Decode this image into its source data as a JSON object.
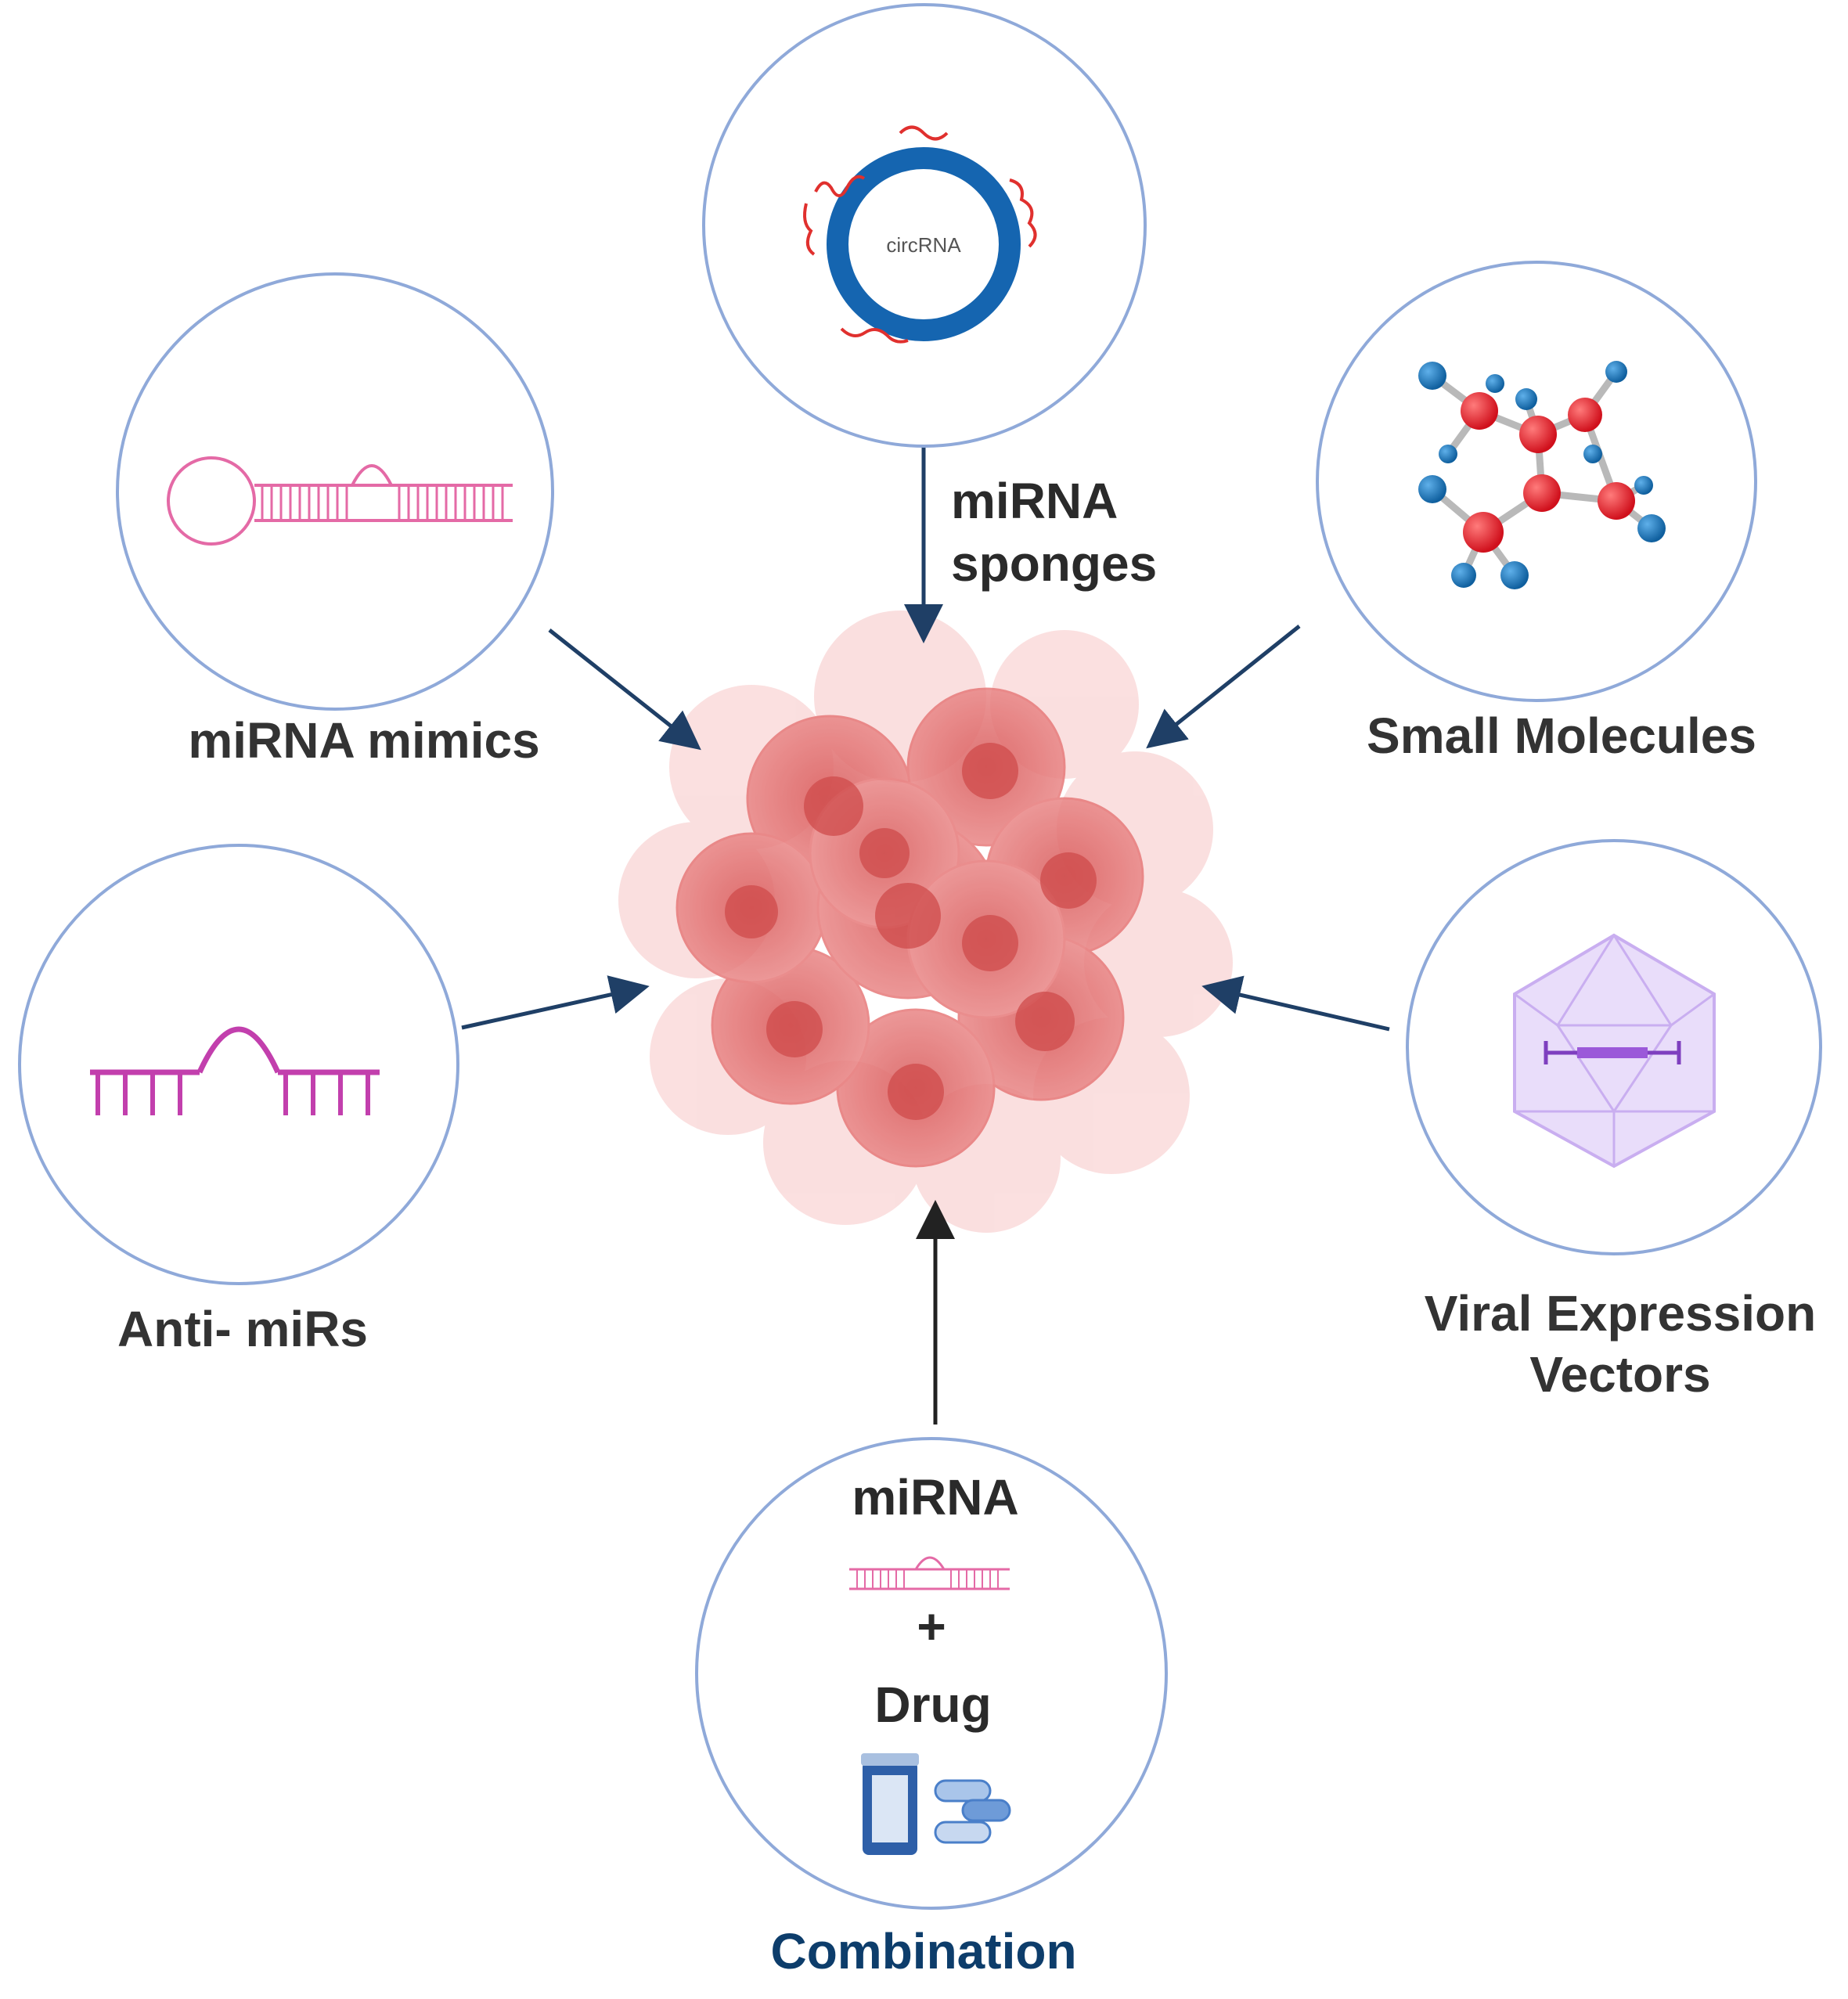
{
  "nodes": {
    "sponges": {
      "label_line1": "miRNA",
      "label_line2": "sponges",
      "inner_text": "circRNA"
    },
    "mimics": {
      "label": "miRNA mimics"
    },
    "small_molecules": {
      "label": "Small Molecules"
    },
    "anti_mirs": {
      "label": "Anti- miRs"
    },
    "viral": {
      "label_line1": "Viral Expression",
      "label_line2": "Vectors"
    },
    "combination": {
      "label": "Combination",
      "inner_top": "miRNA",
      "inner_plus": "+",
      "inner_bottom": "Drug"
    }
  },
  "center": {
    "icon": "tumor-cell-cluster-icon"
  },
  "colors": {
    "circle_stroke": "#8fa9d9",
    "arrow": "#1f3f66",
    "arrow_dark": "#222222",
    "circrna_ring": "#1565b0",
    "rna_pink": "#e46aa6",
    "rna_magenta": "#c23fad",
    "molecule_red": "#e0202e",
    "molecule_blue": "#1a73b8",
    "capsid_purple": "#c9aef0",
    "tumor_pink": "#ec8a8a",
    "combination_label": "#0d3d6b"
  }
}
